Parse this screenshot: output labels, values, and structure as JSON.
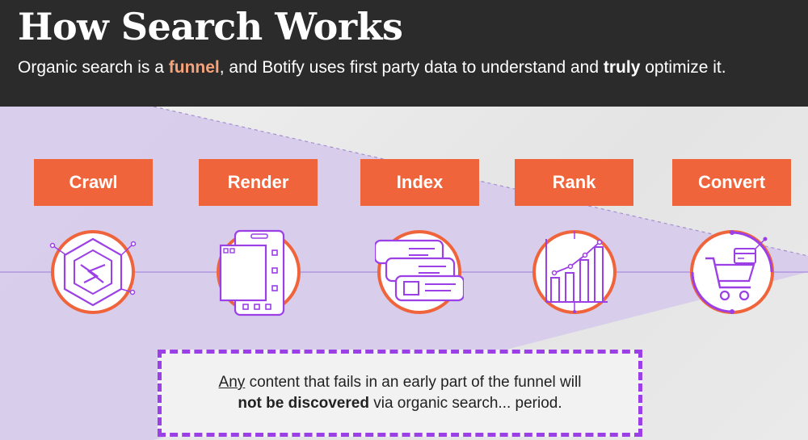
{
  "header": {
    "title": "How Search Works",
    "subtitle": {
      "part1": "Organic search is a ",
      "highlight": "funnel",
      "part2": ", and Botify uses first party data to understand and ",
      "emphasis": "truly",
      "part3": " optimize it."
    }
  },
  "steps": [
    {
      "label": "Crawl",
      "icon": "crawl-hexagon-icon"
    },
    {
      "label": "Render",
      "icon": "render-pages-icon"
    },
    {
      "label": "Index",
      "icon": "index-cards-icon"
    },
    {
      "label": "Rank",
      "icon": "rank-chart-icon"
    },
    {
      "label": "Convert",
      "icon": "convert-cart-icon"
    }
  ],
  "note": {
    "line1_underlined": "Any",
    "line1_rest": " content that fails in an early part of the funnel will",
    "line2_bold": "not be discovered",
    "line2_rest": " via organic search... period."
  },
  "colors": {
    "header_bg": "#2b2b2b",
    "accent_orange": "#f0643c",
    "highlight_peach": "#f6a27a",
    "funnel_lavender": "#d6cbeb",
    "icon_purple": "#9b3fe6",
    "dash_purple": "#9b3fe6"
  }
}
